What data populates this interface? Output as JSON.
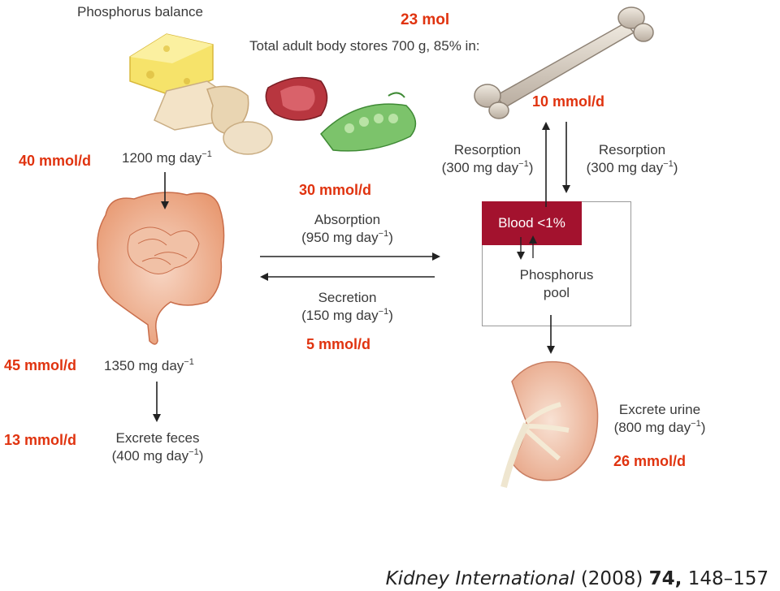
{
  "title": "Phosphorus balance",
  "total_mol": "23 mol",
  "body_stores": "Total adult body stores 700 g, 85% in:",
  "intake": {
    "mmol": "40 mmol/d",
    "mg": "1200 mg day",
    "unit_exp": "−1"
  },
  "absorption": {
    "mmol": "30 mmol/d",
    "label": "Absorption",
    "mg_open": "(950 mg day",
    "unit_exp": "−1",
    "mg_close": ")"
  },
  "secretion": {
    "label": "Secretion",
    "mg_open": "(150 mg day",
    "unit_exp": "−1",
    "mg_close": ")",
    "mmol": "5 mmol/d"
  },
  "gut_total": {
    "mmol": "45 mmol/d",
    "mg": "1350 mg day",
    "unit_exp": "−1"
  },
  "feces": {
    "mmol": "13 mmol/d",
    "label": "Excrete feces",
    "mg_open": "(400 mg day",
    "unit_exp": "−1",
    "mg_close": ")"
  },
  "bone": {
    "mmol": "10 mmol/d",
    "resorption_left": {
      "label": "Resorption",
      "mg_open": "(300 mg day",
      "unit_exp": "−1",
      "mg_close": ")"
    },
    "resorption_right": {
      "label": "Resorption",
      "mg_open": "(300 mg day",
      "unit_exp": "−1",
      "mg_close": ")"
    }
  },
  "blood": "Blood <1%",
  "pool": {
    "line1": "Phosphorus",
    "line2": "pool"
  },
  "urine": {
    "label": "Excrete urine",
    "mg_open": "(800 mg day",
    "unit_exp": "−1",
    "mg_close": ")",
    "mmol": "26 mmol/d"
  },
  "citation": {
    "journal": "Kidney International",
    "year": "(2008)",
    "volume": "74,",
    "pages": "148–157"
  },
  "colors": {
    "accent_red": "#e0330f",
    "blood_box": "#a3122e"
  }
}
